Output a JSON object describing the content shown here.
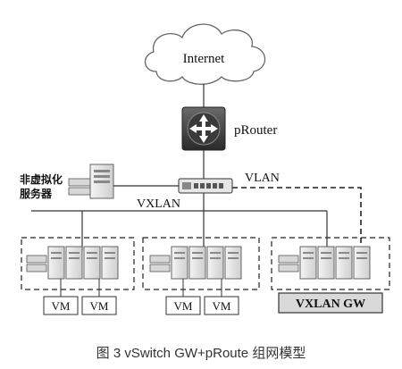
{
  "diagram": {
    "internet_label": "Internet",
    "prouter_label": "pRouter",
    "nonvirtual_server_label_line1": "非虚拟化",
    "nonvirtual_server_label_line2": "服务器",
    "vlan_label": "VLAN",
    "vxlan_label": "VXLAN",
    "vm_labels": [
      "VM",
      "VM",
      "VM",
      "VM"
    ],
    "vxlan_gw_label": "VXLAN GW",
    "caption": "图 3  vSwitch GW+pRoute 组网模型"
  }
}
